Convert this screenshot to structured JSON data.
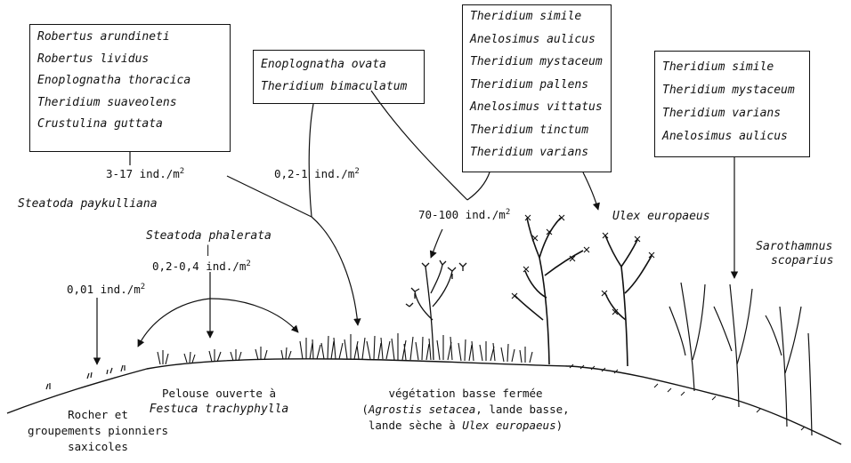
{
  "boxes": {
    "rocky": [
      "Robertus arundineti",
      "Robertus lividus",
      "Enoplognatha thoracica",
      "Theridium suaveolens",
      "Crustulina guttata"
    ],
    "grass": [
      "Enoplognatha ovata",
      "Theridium bimaculatum"
    ],
    "heath": [
      "Theridium simile",
      "Anelosimus aulicus",
      "Theridium mystaceum",
      "Theridium pallens",
      "Anelosimus vittatus",
      "Theridium tinctum",
      "Theridium varians"
    ],
    "broom": [
      "Theridium simile",
      "Theridium mystaceum",
      "Theridium varians",
      "Anelosimus aulicus"
    ]
  },
  "densities": {
    "rocky": "3-17 ind./m",
    "grass": "0,2-1 ind./m",
    "heath": "70-100 ind./m",
    "phalerata": "0,2-0,4 ind./m",
    "paykulliana": "0,01 ind./m",
    "superscript": "2"
  },
  "species_labels": {
    "paykulliana": "Steatoda paykulliana",
    "phalerata": "Steatoda phalerata",
    "phalerata_tick": "|",
    "ulex": "Ulex europaeus",
    "sarothamnus_1": "Sarothamnus",
    "sarothamnus_2": "scoparius"
  },
  "habitats": {
    "rock_1": "Rocher et",
    "rock_2": "groupements pionniers",
    "rock_3": "saxicoles",
    "lawn_1": "Pelouse ouverte à",
    "lawn_2": "Festuca trachyphylla",
    "closed_1": "végétation basse fermée",
    "closed_2_open": "(",
    "closed_2_species": "Agrostis setacea",
    "closed_2_rest": ", lande basse,",
    "closed_3_prefix": "lande sèche à ",
    "closed_3_species": "Ulex europaeus",
    "closed_3_close": ")"
  }
}
